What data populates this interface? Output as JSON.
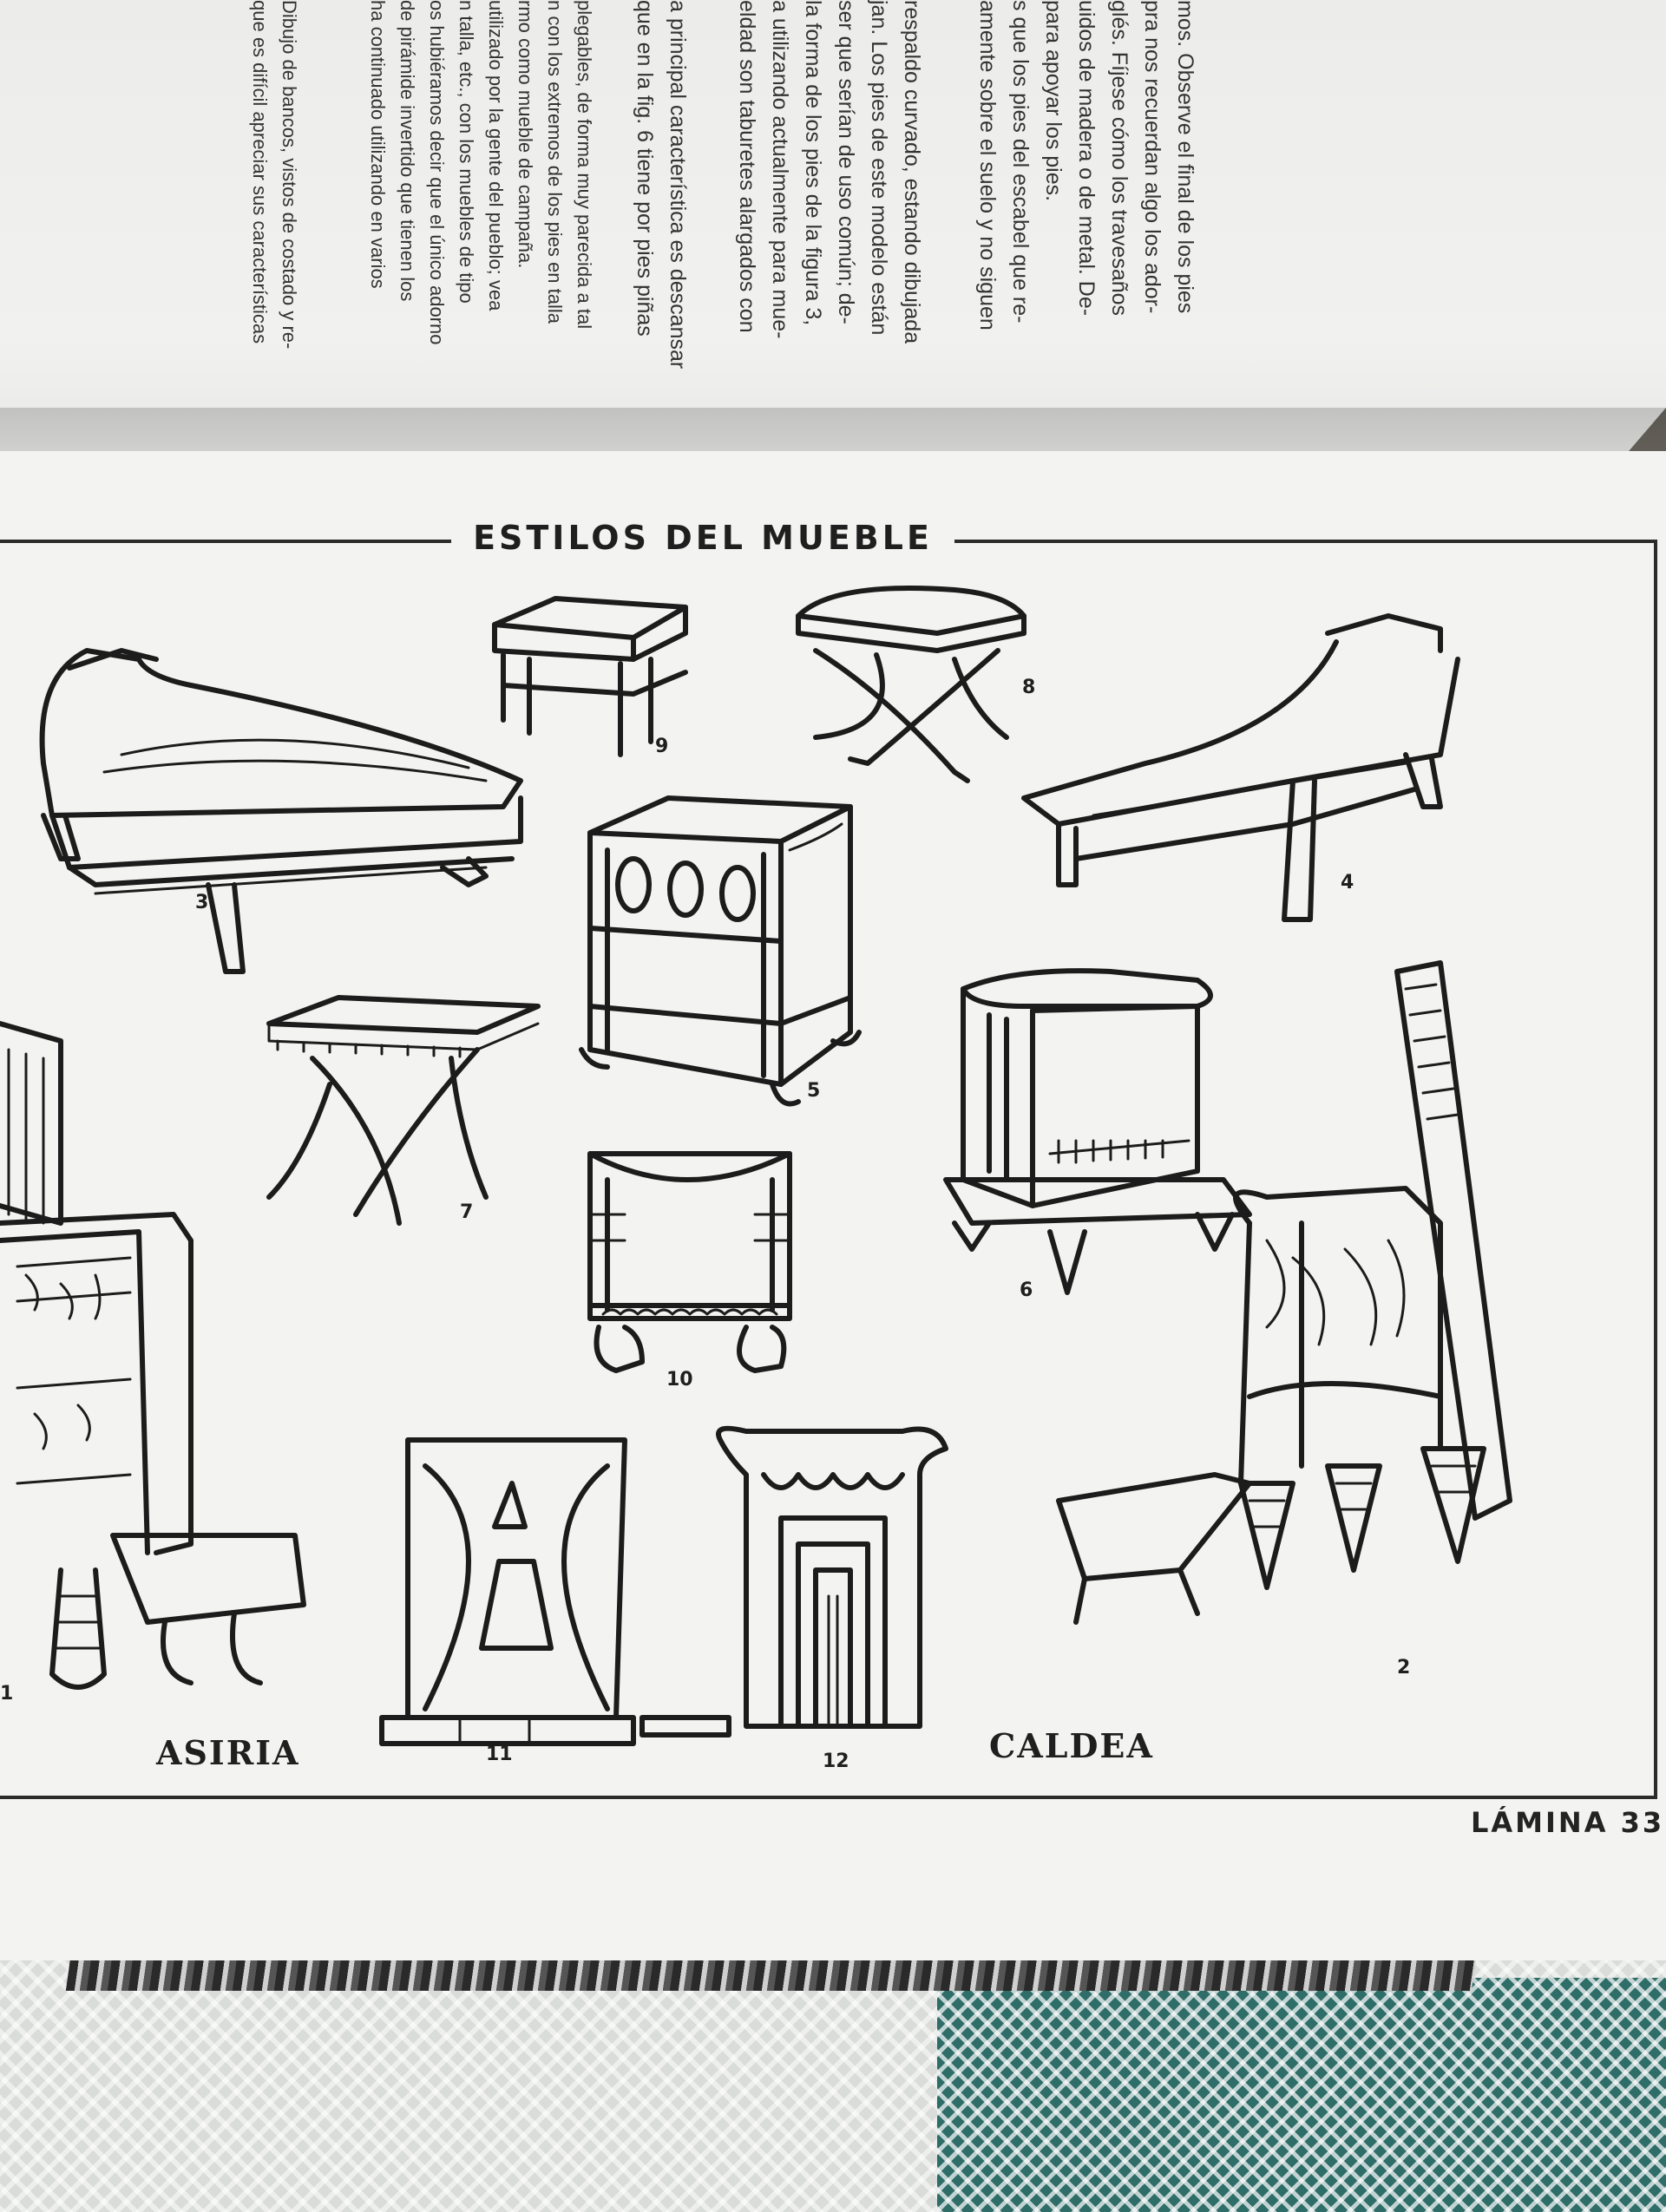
{
  "upper_page": {
    "column_1": [
      "mos. Observe el final de los pies",
      "pra nos recuerdan algo los ador-",
      "glés. Fíjese cómo los travesaños",
      "uidos de madera o de metal. De-",
      "para apoyar los pies.",
      "s que los pies del escabel que re-",
      "amente sobre el suelo y no siguen"
    ],
    "column_2": [
      "respaldo curvado, estando dibujada",
      "jan. Los pies de este modelo están",
      "ser que serían de uso común; de-",
      "la forma de los pies de la figura 3,",
      "a utilizando actualmente para mue-",
      "eldad son taburetes alargados con"
    ],
    "column_3": [
      "a principal característica es descansar",
      "que en la fig. 6 tiene por pies piñas"
    ],
    "column_4": [
      "plegables, de forma muy parecida a tal",
      "n con los extremos de los pies en talla",
      "rmo como mueble de campaña.",
      "utilizado por la gente del pueblo; vea",
      "n talla, etc., con los muebles de tipo",
      "os hubiéramos decir que el único adorno",
      "de pirámide invertido que tienen los",
      "ha continuado utilizando en varios"
    ],
    "column_5": [
      "Dibujo de bancos, vistos de costado y re-",
      "que es difícil apreciar sus características"
    ]
  },
  "plate": {
    "title": "ESTILOS DEL MUEBLE",
    "plate_number": "LÁMINA 33",
    "region_labels": {
      "left": "ASIRIA",
      "right": "CALDEA"
    },
    "figure_numbers": {
      "fig1": "1",
      "fig2": "2",
      "fig3": "3",
      "fig4": "4",
      "fig5": "5",
      "fig6": "6",
      "fig7": "7",
      "fig8": "8",
      "fig9": "9",
      "fig10": "10",
      "fig11": "11",
      "fig12": "12"
    }
  }
}
